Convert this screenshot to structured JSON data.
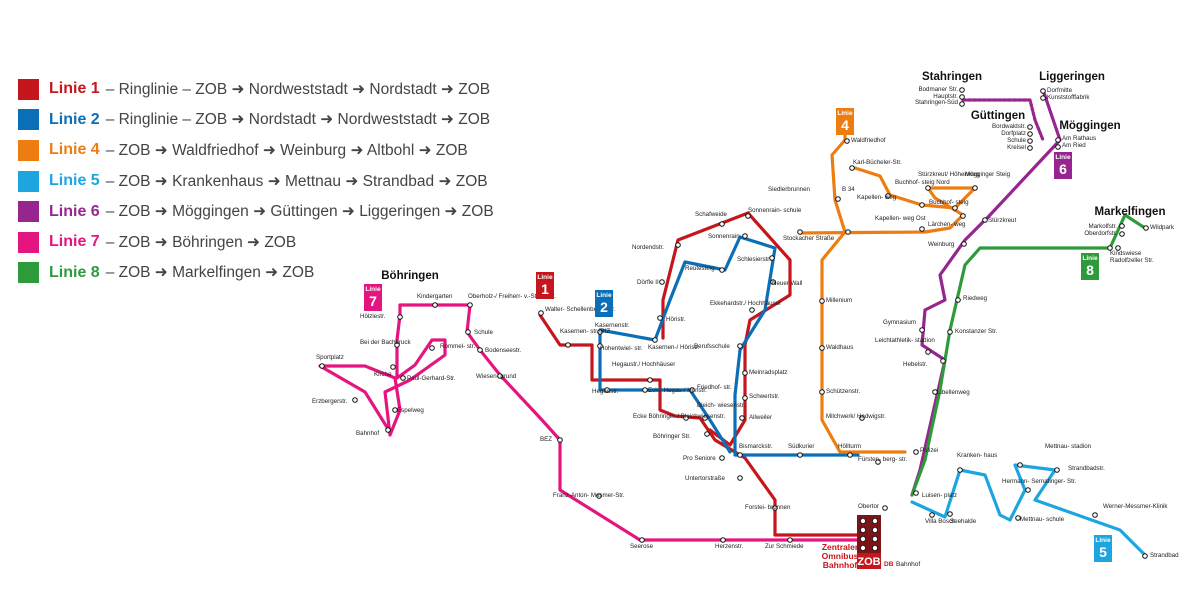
{
  "legend": [
    {
      "id": "1",
      "name": "Linie 1",
      "route": "– Ringlinie – ZOB ➜ Nordweststadt ➜ Nordstadt ➜ ZOB",
      "color": "#c4161c"
    },
    {
      "id": "2",
      "name": "Linie 2",
      "route": "– Ringlinie – ZOB ➜ Nordstadt ➜ Nordweststadt ➜ ZOB",
      "color": "#0a6fb7"
    },
    {
      "id": "4",
      "name": "Linie 4",
      "route": "– ZOB ➜ Waldfriedhof ➜ Weinburg ➜ Altbohl ➜ ZOB",
      "color": "#ee7d11"
    },
    {
      "id": "5",
      "name": "Linie 5",
      "route": "– ZOB ➜ Krankenhaus ➜ Mettnau ➜ Strandbad ➜ ZOB",
      "color": "#1da5e0"
    },
    {
      "id": "6",
      "name": "Linie 6",
      "route": "– ZOB ➜ Möggingen ➜ Güttingen ➜ Liggeringen ➜ ZOB",
      "color": "#97258f"
    },
    {
      "id": "7",
      "name": "Linie 7",
      "route": "– ZOB ➜ Böhringen ➜ ZOB",
      "color": "#e4157f"
    },
    {
      "id": "8",
      "name": "Linie 8",
      "route": "– ZOB ➜ Markelfingen ➜ ZOB",
      "color": "#2e9b3a"
    }
  ],
  "areas": {
    "boehringen": "Böhringen",
    "stahringen": "Stahringen",
    "liggeringen": "Liggeringen",
    "guettingen": "Güttingen",
    "moeggingen": "Möggingen",
    "markelfingen": "Markelfingen"
  },
  "badge_word": "Linie",
  "hub": {
    "zob_mark": "ZOB",
    "zob_lines": [
      "Zentraler",
      "Omnibus",
      "Bahnhof"
    ],
    "db_mark": "DB",
    "db_label": "Bahnhof"
  },
  "stations": {
    "s_bodman": "Bodmaner Str.",
    "s_hauptstr": "Hauptstr.",
    "s_stahr_sued": "Stahringen-Süd",
    "s_dorfmitte": "Dorfmitte",
    "s_kunst": "Kunststofffabrik",
    "s_bodmanstr2": "Bordwaldstr.",
    "s_dorfplatz": "Dorfplatz",
    "s_schule_g": "Schule",
    "s_kreisel": "Kreisel",
    "s_amrathaus": "Am Rathaus",
    "s_amried": "Am Ried",
    "s_waldfriedhof": "Waldfriedhof",
    "s_karl": "Karl-Bücheler-Str.",
    "s_b34": "B 34",
    "s_stuerz_hoehen": "Stürzkreut/ Höhenweg",
    "s_moeggingersteig": "Mögginger Steig",
    "s_buchhofsteig_nord": "Buchhof- steig Nord",
    "s_kapellenweg": "Kapellen- weg",
    "s_buchhofsteig": "Buchhof- steig",
    "s_siedlerbrunnen": "Siedlerbrunnen",
    "s_kapellenweg_ost": "Kapellen- weg Ost",
    "s_laerchenweg": "Lärchen- weg",
    "s_stockacher": "Stockacher Straße",
    "s_stuerzkreut": "Stürzkreut",
    "s_weinburg": "Weinburg",
    "s_markolfstr": "Markolfstr.",
    "s_oberdorfstr": "Oberdorfstr.",
    "s_wildpark": "Wildpark",
    "s_kindswiese": "Kindswiese",
    "s_radolfzeller": "Radolfzeller Str.",
    "s_riedweg": "Riedweg",
    "s_millenium": "Millenium",
    "s_gymnasium": "Gymnasium",
    "s_konstanzer": "Konstanzer Str.",
    "s_leichtathletik": "Leichtathletik- stadion",
    "s_waldhaus": "Waldhaus",
    "s_hebelstr": "Hebelstr.",
    "s_schuetzenstr": "Schützenstr.",
    "s_libellenweg": "Libellenweg",
    "s_milchwerk": "Milchwerk/ Hadwigstr.",
    "s_polizei": "Polizei",
    "s_schafweide": "Schafweide",
    "s_sonnenrainschule": "Sonnenrain- schule",
    "s_sonnenrain": "Sonnenrain",
    "s_nordendstr": "Nordendstr.",
    "s_schlesierstr": "Schlesierstr.",
    "s_reutesteig": "Reutesteig",
    "s_doerfle": "Dörfle II",
    "s_neuer_wall": "Neuer Wall",
    "s_walter": "Walter- Schellenberg- Str.",
    "s_ekkehardstr": "Ekkehardstr./ Hochhäuser",
    "s_hoeristr": "Höristr.",
    "s_kasernenstr": "Kasernenstr.",
    "s_kasernenstr_riz": "Kasernen- str./RIZ",
    "s_hohentwiel": "Hohentwiel- str.",
    "s_kasernen_hoeri": "Kasernen-/ Höristr.",
    "s_berufsschule": "Berufsschule",
    "s_hegaustr_hoch": "Hegaustr./ Hochhäuser",
    "s_meinradsplatz": "Meinradsplatz",
    "s_hegaustr": "Hegaustr.",
    "s_ecke_hegau": "Ecke Hegau-/ Höristr.",
    "s_friedhofstr": "Friedhof- str.",
    "s_schwertstr": "Schwertstr.",
    "s_bleichwiesen": "Bleich- wiesenstr.",
    "s_ecke_boehr": "Ecke Böhringer-/ Bleichwiesenstr.",
    "s_allweiler": "Allweiler",
    "s_boehringerstr": "Böhringer Str.",
    "s_bismarckstr": "Bismarckstr.",
    "s_suedkurier": "Südkurier",
    "s_hoellturm": "Höllturm",
    "s_pro_seniore": "Pro Seniore",
    "s_untertor": "Untertorstraße",
    "s_fuersten": "Fürsten- berg- str.",
    "s_forstei": "Forstei- brunnen",
    "s_obertor": "Obertor",
    "s_luisenplatz": "Luisen- platz",
    "s_villa_bosch": "Villa Bosch",
    "s_seehalde": "Seehalde",
    "s_krankenhaus": "Kranken- haus",
    "s_mettnaustadion": "Mettnau- stadion",
    "s_strandbadstr": "Strandbadstr.",
    "s_hermann": "Hermann- Sernatinger- Str.",
    "s_werner": "Werner-Messmer-Klinik",
    "s_mettnauschule": "Mettnau- schule",
    "s_strandbad": "Strandbad",
    "s_kindergarten": "Kindergarten",
    "s_oberholz": "Oberholz-/ Freiherr- v.-Stein-Str.",
    "s_hoelzlestr": "Hölzlestr.",
    "s_schule_b": "Schule",
    "s_bei_backbruck": "Bei der Bachbruck",
    "s_rommelstr": "Rommel- str.",
    "s_bodenseestr": "Bodenseestr.",
    "s_sportplatz": "Sportplatz",
    "s_kirche": "Kirche",
    "s_paul": "Paul-Gerhard-Str.",
    "s_wiesengrund": "Wiesen- grund",
    "s_erzberger": "Erzbergerstr.",
    "s_espelweg": "Espelweg",
    "s_bahnhof_b": "Bahnhof",
    "s_bez": "BEZ",
    "s_franz": "Franz-Anton- Mesmer-Str.",
    "s_seerose": "Seerose",
    "s_herzenstr": "Herzenstr.",
    "s_zur_schmiede": "Zur Schmiede"
  }
}
